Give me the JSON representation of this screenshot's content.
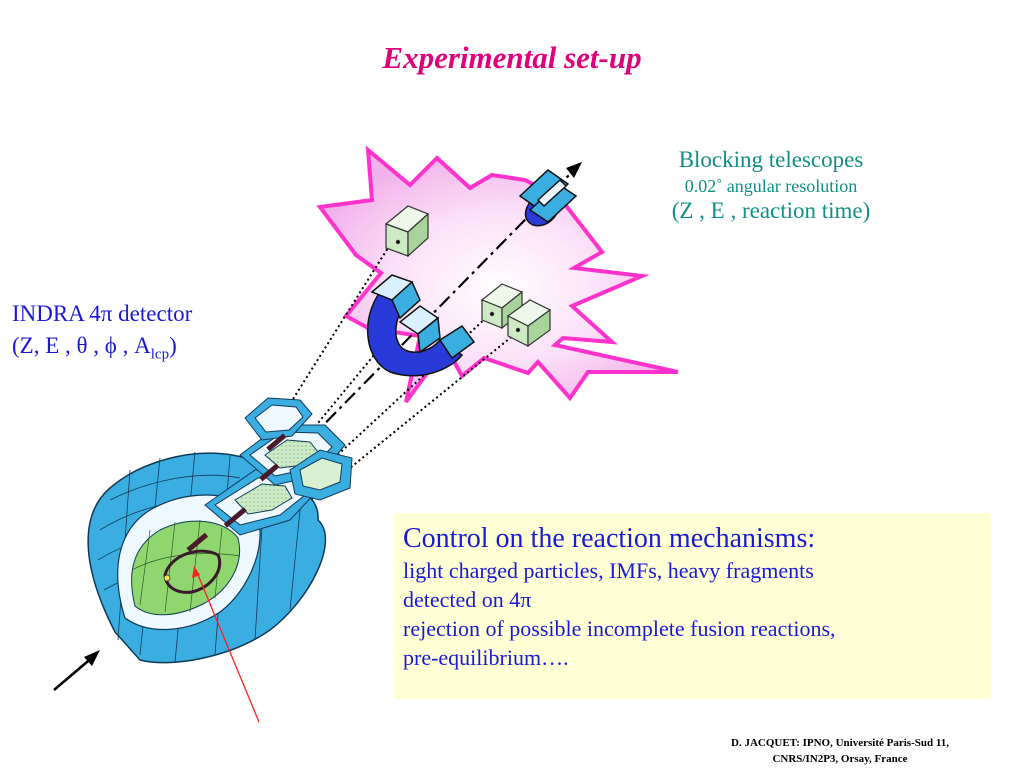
{
  "slide": {
    "title": "Experimental set-up",
    "colors": {
      "title": "#e0007a",
      "teal_text": "#0f8f86",
      "blue_text": "#1a1ad6",
      "control_box": "#ffffd6",
      "starburst": "#ff33cc",
      "detector_blue": "#3aaee0",
      "detector_green": "#b8e6b0",
      "beam_arrow": "#000000",
      "red_pointer": "#ff2020"
    }
  },
  "blocking": {
    "line1": "Blocking telescopes",
    "line2": "0.02˚   angular resolution",
    "line3": "(Z , E , reaction time)"
  },
  "indra": {
    "line1": "INDRA 4π detector",
    "line2_main": "(Z, E , θ , ϕ , A",
    "line2_sub": "lcp",
    "line2_end": ")"
  },
  "control": {
    "heading": "Control on the reaction mechanisms:",
    "lines": [
      "light charged particles, IMFs, heavy fragments",
      "detected on 4π",
      "rejection of possible incomplete fusion reactions,",
      "pre-equilibrium…."
    ]
  },
  "footer": {
    "line1": "D. JACQUET:   IPNO, Université Paris-Sud 11,",
    "line2": "CNRS/IN2P3, Orsay, France"
  }
}
